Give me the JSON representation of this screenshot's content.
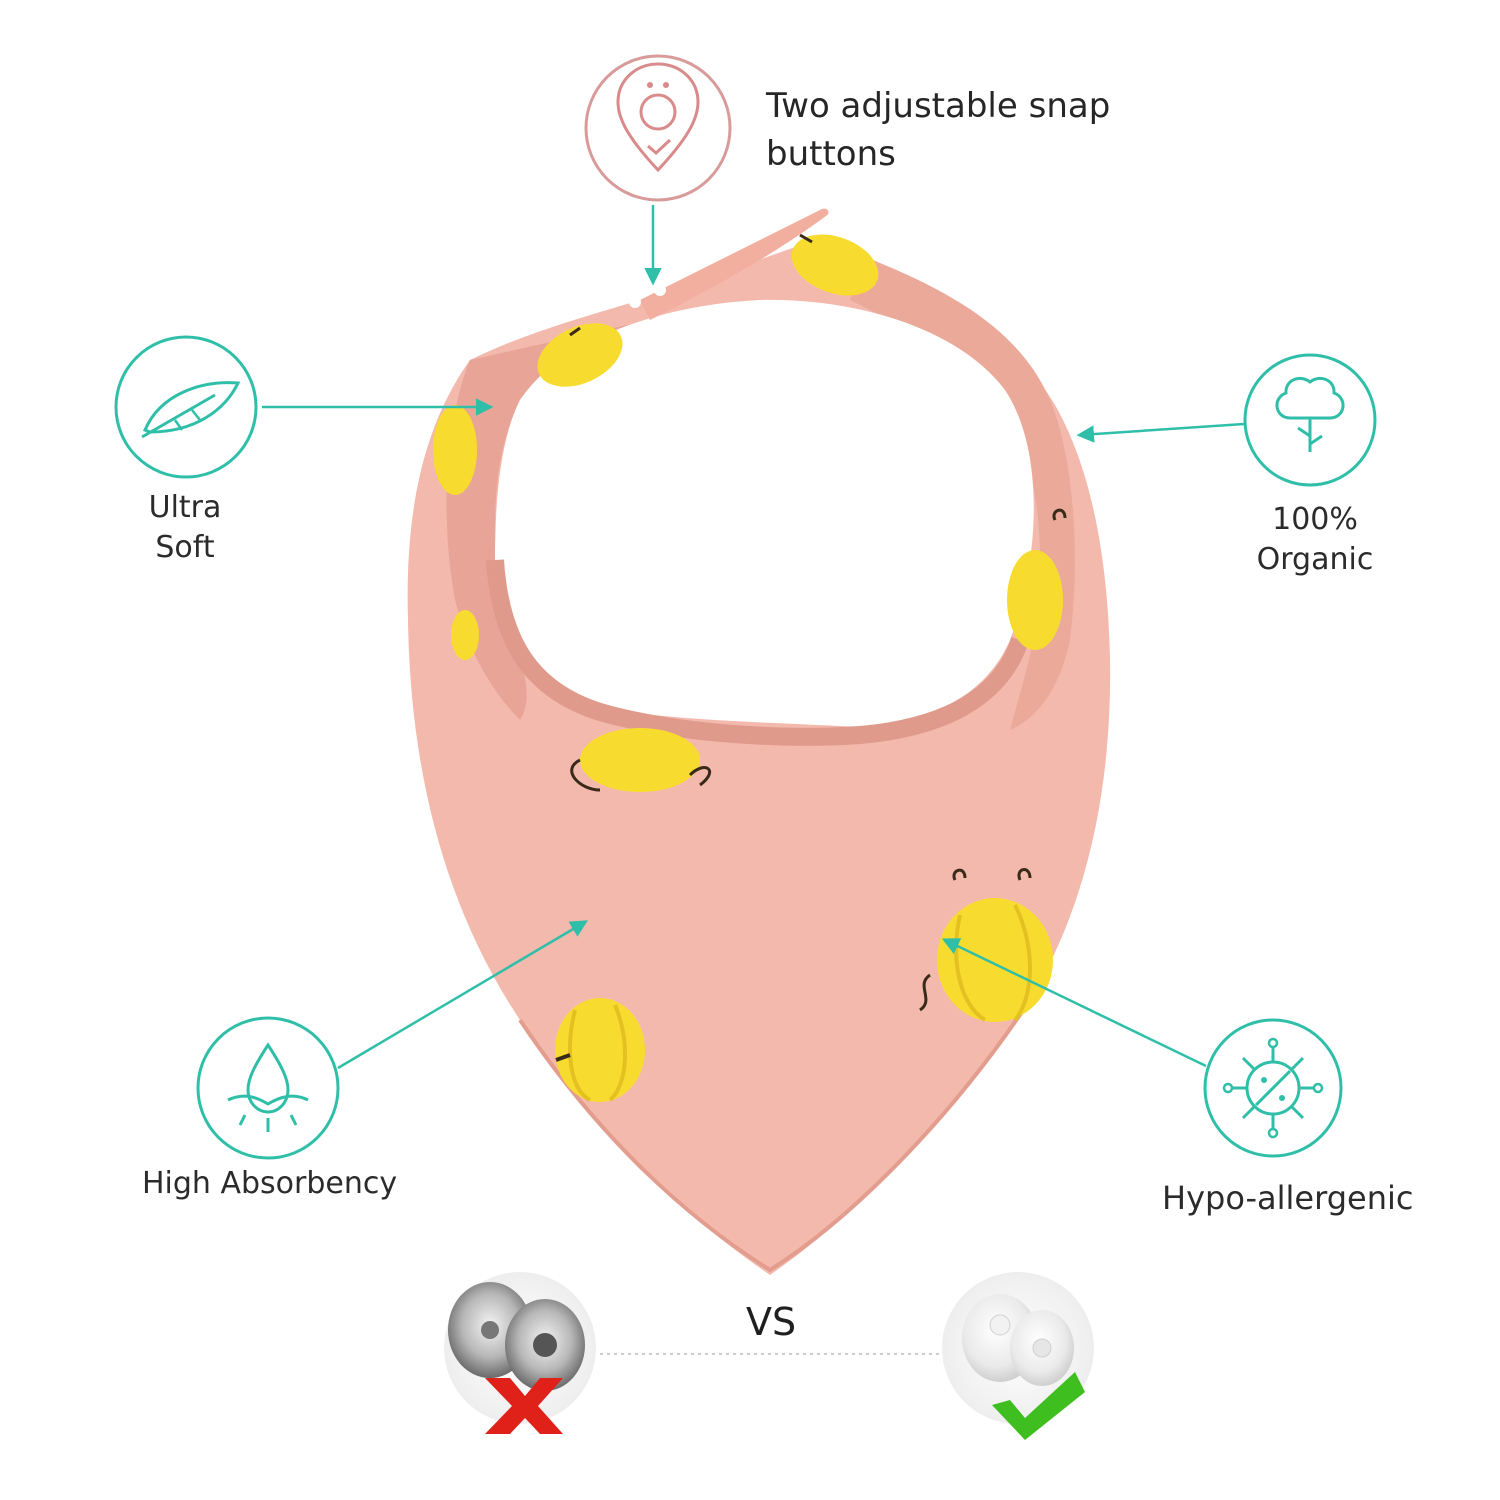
{
  "features": {
    "snap": {
      "line1": "Two adjustable snap",
      "line2": "buttons"
    },
    "soft": {
      "line1": "Ultra",
      "line2": "Soft"
    },
    "organic": {
      "line1": "100%",
      "line2": "Organic"
    },
    "absorbency": {
      "label": "High Absorbency"
    },
    "hypo": {
      "label": "Hypo-allergenic"
    }
  },
  "comparison": {
    "vs": "VS"
  },
  "colors": {
    "accent_teal": "#2fbfa8",
    "snap_ring": "#d99a9a",
    "bib_pink": "#f4b9ad",
    "bib_shadow": "#e8a597",
    "pumpkin": "#f7dc2f",
    "bad_x": "#e0211a",
    "good_check": "#3fbf1f"
  },
  "icons": {
    "snap": "snap-button-location-icon",
    "soft": "feather-icon",
    "organic": "cotton-plant-icon",
    "absorbency": "water-drop-icon",
    "hypo": "virus-blocked-icon"
  }
}
